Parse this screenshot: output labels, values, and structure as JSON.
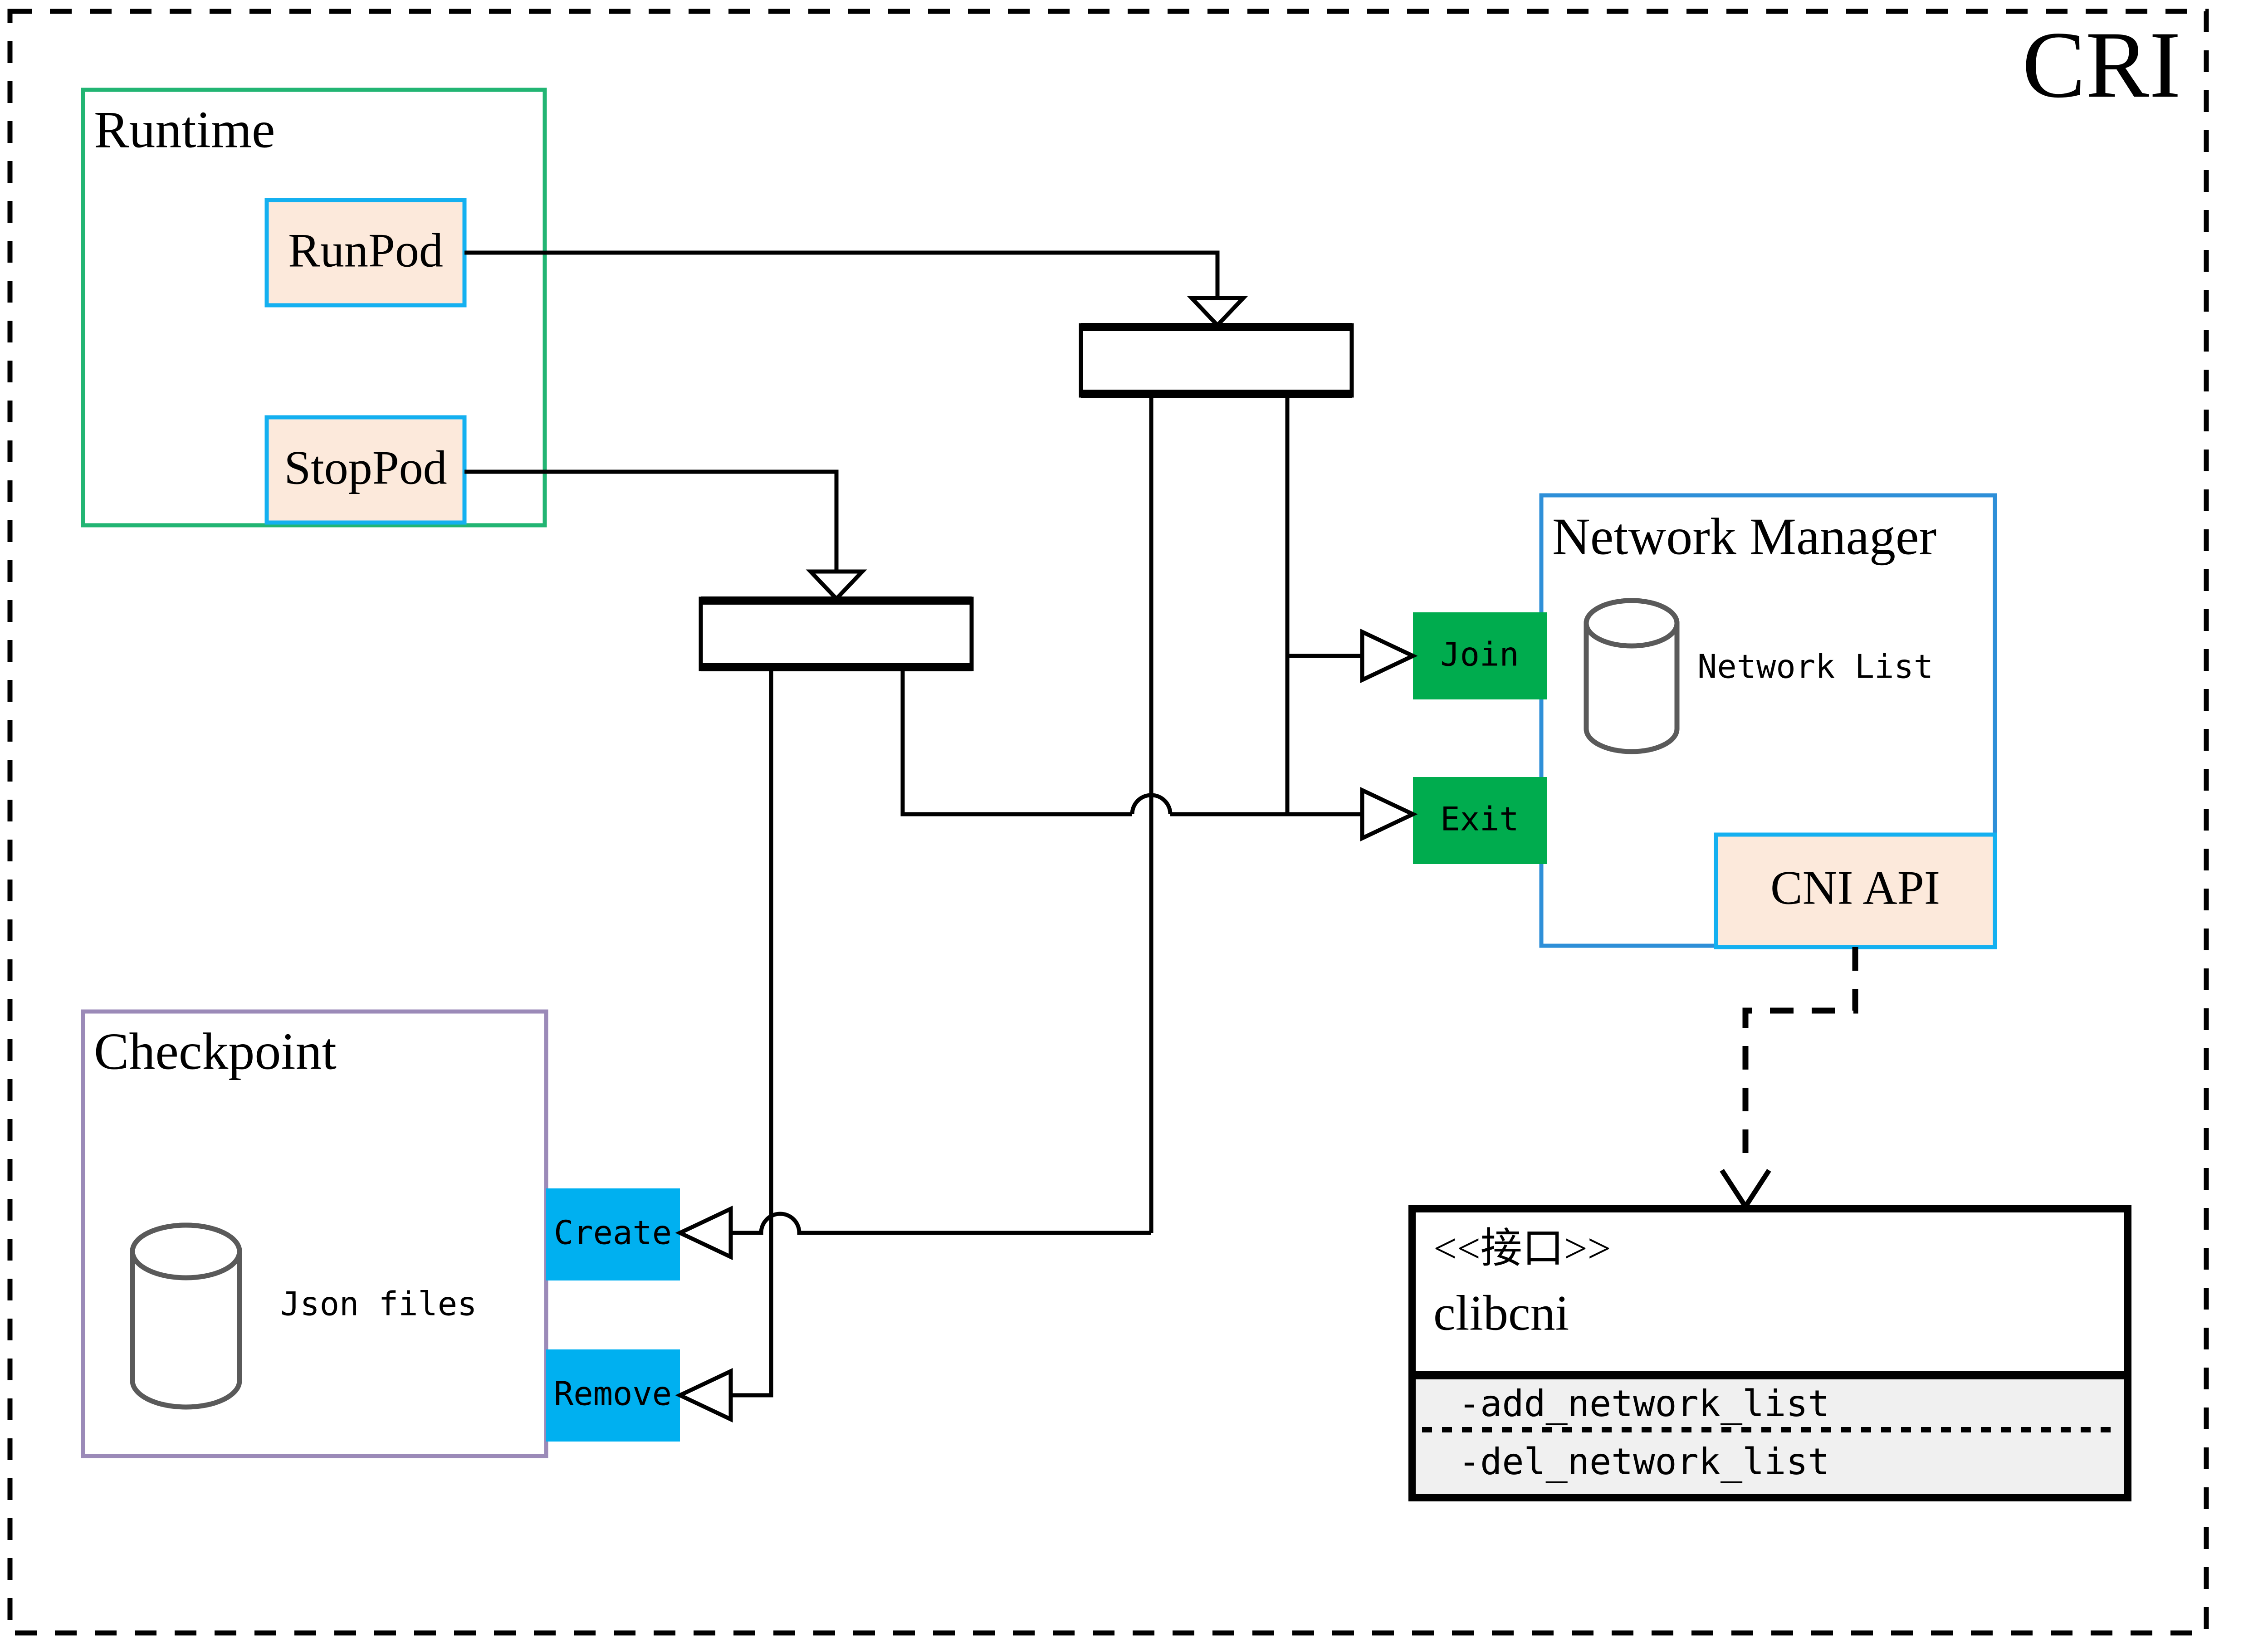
{
  "title": "CRI",
  "colors": {
    "title_color": "#806000",
    "runtime_border": "#22b573",
    "checkpoint_border": "#9b8ab8",
    "network_border": "#2e8fd8",
    "peach_fill": "#fce9db",
    "peach_border": "#14b0f0",
    "green_fill": "#00ac4e",
    "cyan_fill": "#00b0f0",
    "interface_body": "#f0f0f0",
    "cylinder_stroke": "#5a5a5a",
    "edge_color": "#000000",
    "outer_border": "#000000"
  },
  "containers": {
    "runtime": {
      "label": "Runtime"
    },
    "checkpoint": {
      "label": "Checkpoint",
      "store_label": "Json files"
    },
    "network_manager": {
      "label": "Network Manager",
      "store_label": "Network List"
    }
  },
  "nodes": {
    "run_pod": {
      "label": "RunPod"
    },
    "stop_pod": {
      "label": "StopPod"
    },
    "join": {
      "label": "Join"
    },
    "exit": {
      "label": "Exit"
    },
    "create": {
      "label": "Create"
    },
    "remove": {
      "label": "Remove"
    },
    "cni_api": {
      "label": "CNI API"
    }
  },
  "interface_box": {
    "stereotype": "<<接口>>",
    "name": "clibcni",
    "operations": [
      "-add_network_list",
      "-del_network_list"
    ]
  },
  "forks": [
    {
      "name": "fork-top"
    },
    {
      "name": "fork-bottom"
    }
  ]
}
